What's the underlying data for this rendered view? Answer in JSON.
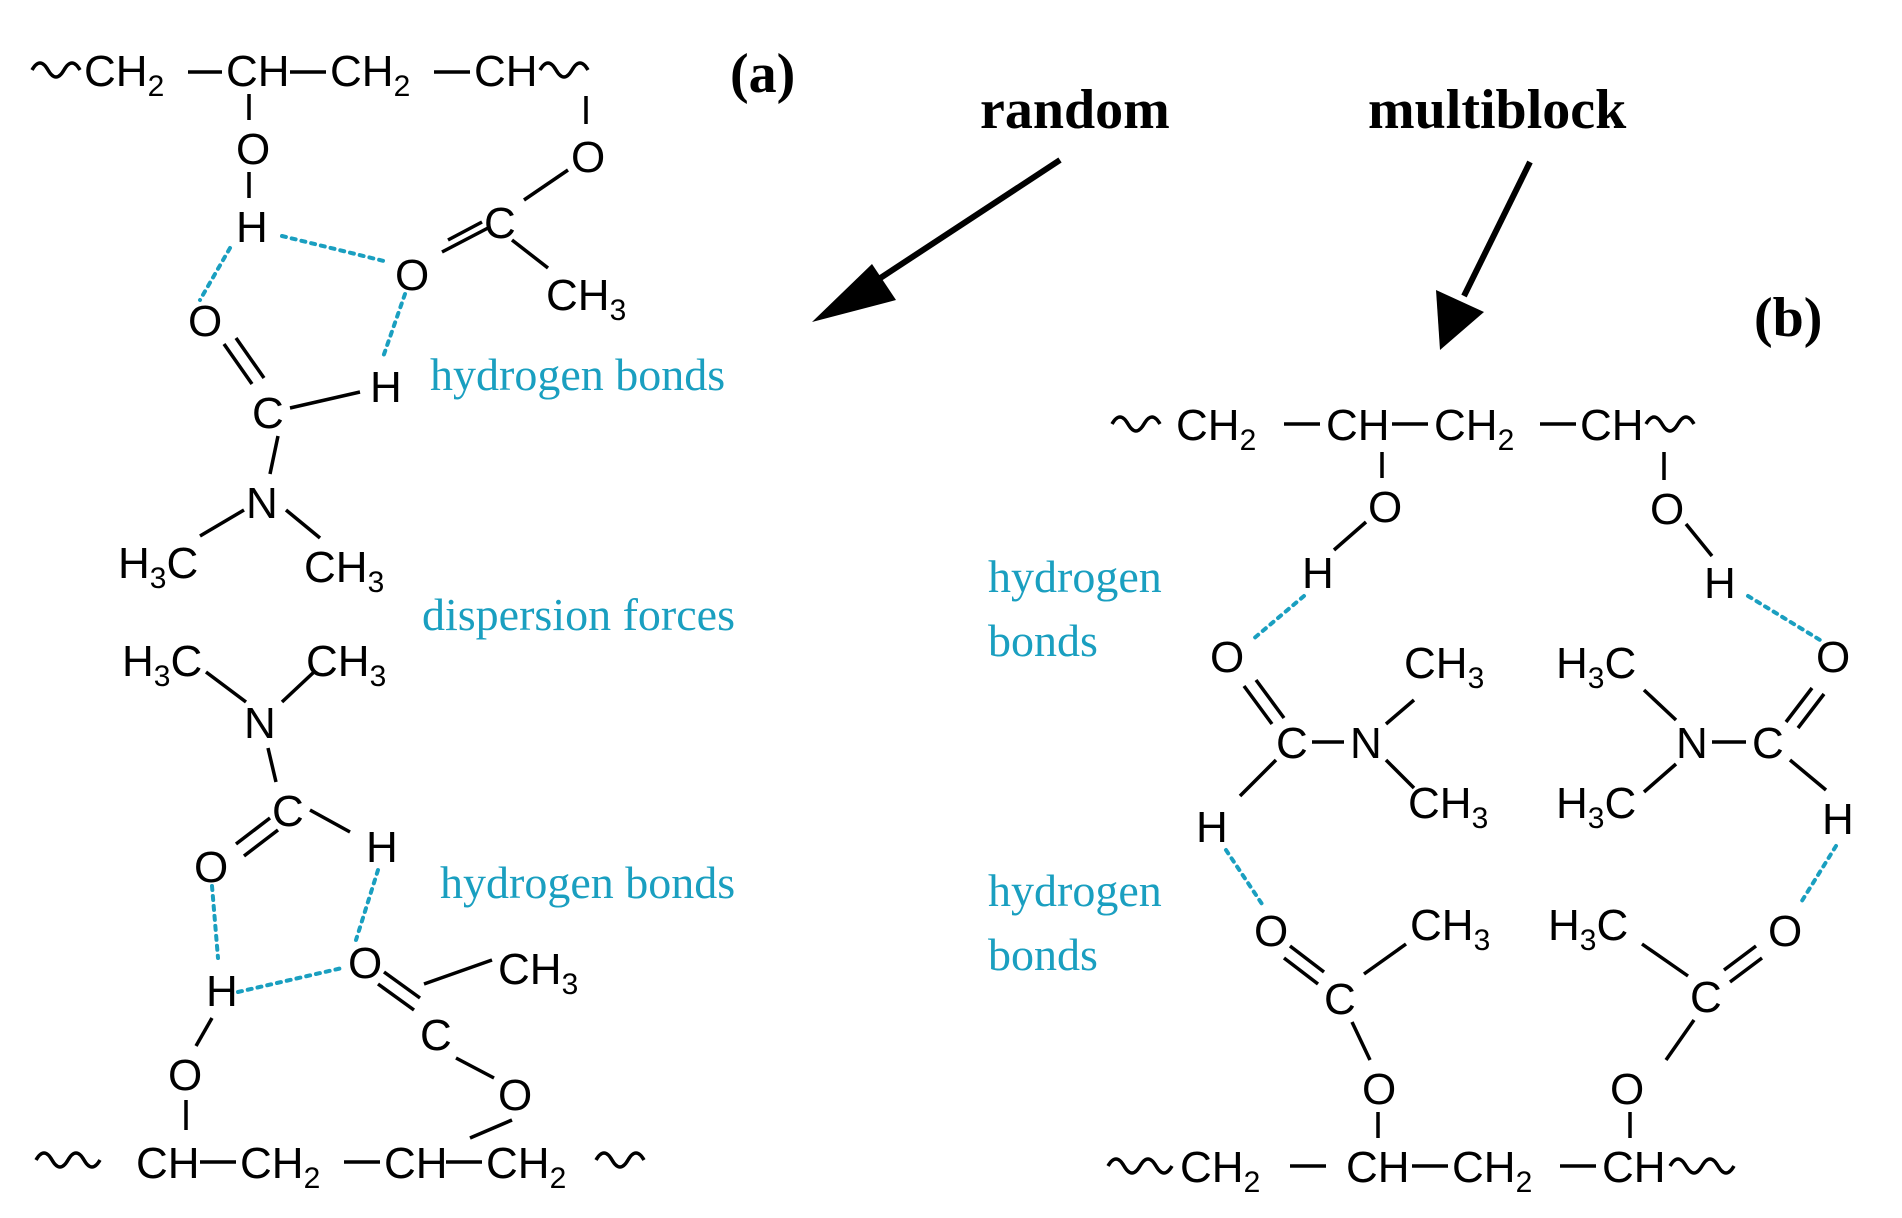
{
  "panels": {
    "a": "(a)",
    "b": "(b)"
  },
  "headings": {
    "random": "random",
    "multiblock": "multiblock"
  },
  "labels": {
    "a_hb_top": "hydrogen bonds",
    "a_dispersion": "dispersion forces",
    "a_hb_bottom": "hydrogen bonds",
    "b_hb_top_1": "hydrogen",
    "b_hb_top_2": "bonds",
    "b_hb_bottom_1": "hydrogen",
    "b_hb_bottom_2": "bonds"
  },
  "atoms": {
    "CH": "CH",
    "CH2": "CH",
    "CH3": "CH",
    "H3C": "H",
    "O": "O",
    "H": "H",
    "C": "C",
    "N": "N",
    "sub2": "2",
    "sub3": "3"
  },
  "colors": {
    "bond": "#000000",
    "hydrogen_bond": "#1a9fc0"
  }
}
